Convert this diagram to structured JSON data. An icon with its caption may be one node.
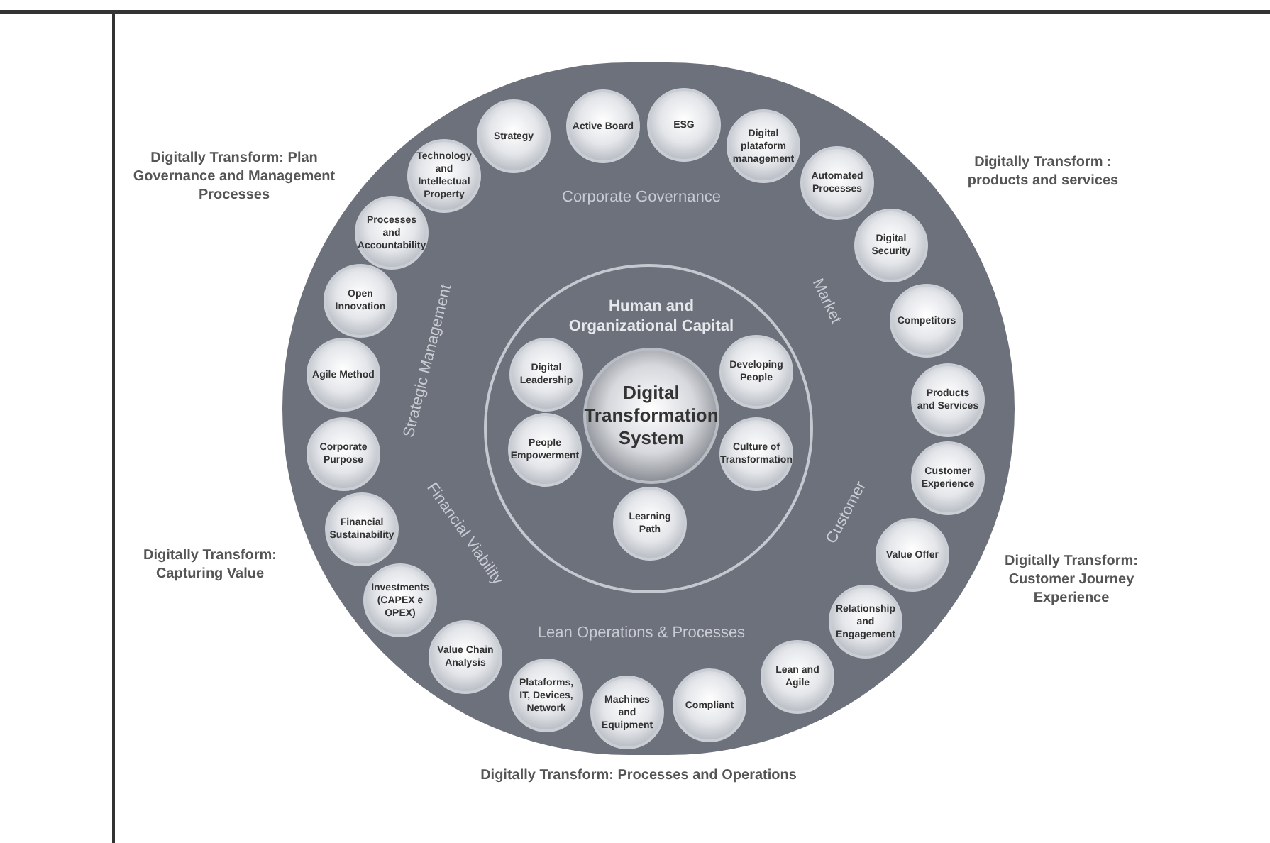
{
  "diagram": {
    "nodes": [
      {
        "text": [
          "Corporate Governance",
          "Market",
          "Customer",
          "Lean Operations & Processes",
          "Financial Viability",
          "Strategic Management"
        ]
      },
      {
        "text": [
          "Human and Organizational Capital"
        ],
        "in": 0
      },
      {
        "text": [
          "Digital Transformation System"
        ],
        "in": 1
      },
      {
        "text": [
          "Digital Leadership"
        ],
        "in": 1
      },
      {
        "text": [
          "Developing People"
        ],
        "in": 1
      },
      {
        "text": [
          "People Empowerment"
        ],
        "in": 1
      },
      {
        "text": [
          "Culture of Transformation"
        ],
        "in": 1
      },
      {
        "text": [
          "Learning Path"
        ],
        "in": 1
      },
      {
        "text": [
          "Technology and Intellectual Property"
        ],
        "in": 0
      },
      {
        "text": [
          "Strategy"
        ],
        "in": 0
      },
      {
        "text": [
          "Active Board"
        ],
        "in": 0
      },
      {
        "text": [
          "ESG"
        ],
        "in": 0
      },
      {
        "text": [
          "Digital plataform management"
        ],
        "in": 0
      },
      {
        "text": [
          "Automated Processes"
        ],
        "in": 0
      },
      {
        "text": [
          "Digital Security"
        ],
        "in": 0
      },
      {
        "text": [
          "Competitors"
        ],
        "in": 0
      },
      {
        "text": [
          "Products and Services"
        ],
        "in": 0
      },
      {
        "text": [
          "Customer Experience"
        ],
        "in": 0
      },
      {
        "text": [
          "Value Offer"
        ],
        "in": 0
      },
      {
        "text": [
          "Relationship and Engagement"
        ],
        "in": 0
      },
      {
        "text": [
          "Lean and Agile"
        ],
        "in": 0
      },
      {
        "text": [
          "Compliant"
        ],
        "in": 0
      },
      {
        "text": [
          "Machines and Equipment"
        ],
        "in": 0
      },
      {
        "text": [
          "Plataforms, IT, Devices, Network"
        ],
        "in": 0
      },
      {
        "text": [
          "Value Chain Analysis"
        ],
        "in": 0
      },
      {
        "text": [
          "Investments (CAPEX e OPEX)"
        ],
        "in": 0
      },
      {
        "text": [
          "Financial Sustainability"
        ],
        "in": 0
      },
      {
        "text": [
          "Corporate Purpose"
        ],
        "in": 0
      },
      {
        "text": [
          "Agile Method"
        ],
        "in": 0
      },
      {
        "text": [
          "Open Innovation"
        ],
        "in": 0
      },
      {
        "text": [
          "Processes and Accountability"
        ],
        "in": 0
      }
    ],
    "labels": [
      "Digitally Transform: Plan Governance and Management Processes",
      "Digitally Transform : products and services",
      "Digitally Transform: Capturing Value",
      "Digitally Transform: Customer Journey Experience",
      "Digitally Transform: Processes and Operations"
    ]
  }
}
